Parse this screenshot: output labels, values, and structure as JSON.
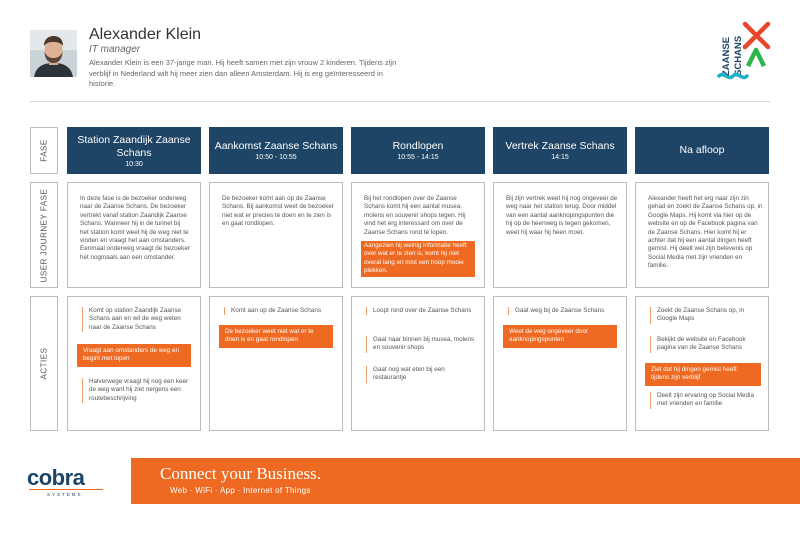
{
  "person": {
    "name": "Alexander Klein",
    "role": "IT manager",
    "bio": "Alexander Klein is een 37-jarige man. Hij heeft samen met zijn vrouw 2 kinderen. Tijdens zijn verblijf in Nederland wilt hij meer zien dan alleen Amsterdam. Hij is erg geïnteresseerd in historie."
  },
  "logo": {
    "line1": "ZAANSE",
    "line2": "SCHANS"
  },
  "row_labels": {
    "fase": "FASE",
    "journey": "USER JOURNEY FASE",
    "acties": "ACTIES"
  },
  "phases": [
    {
      "title": "Station Zaandijk Zaanse Schans",
      "time": "10:30"
    },
    {
      "title": "Aankomst Zaanse Schans",
      "time": "10:50 - 10:55"
    },
    {
      "title": "Rondlopen",
      "time": "10:55 - 14:15"
    },
    {
      "title": "Vertrek Zaanse Schans",
      "time": "14:15"
    },
    {
      "title": "Na afloop",
      "time": ""
    }
  ],
  "journey": [
    {
      "text": "In deze fase is de bezoeker onderweg naar de Zaanse Schans. De bezoeker vertrekt vanaf station Zaandijk Zaanse Schans. Wanneer hij in de tunnel bij het station komt weet hij de weg niet te vinden en vraagt het aan omstanders. Eenmaal onderweg vraagt de bezoeker het nogmaals aan een omstander.",
      "highlight": ""
    },
    {
      "text": "De bezoeker komt aan op de Zaanse Schans. Bij aankomst weet de bezoeker niet wat er precies te doen en te zien is en gaat rondlopen.",
      "highlight": ""
    },
    {
      "text": "Bij het rondlopen over de Zaanse Schans komt hij een aantal musea, molens en souvenir shops tegen. Hij vind het erg interessant om over de Zaanse Schans rond te lopen.",
      "highlight": "Aangezien hij weinig informatie heeft over wat er te zien is, komt hij niet overal lang en mist een hoop mooie plekken."
    },
    {
      "text": "Bij zijn vertrek weet hij nog ongeveer de weg naar het station terug. Door middel van een aantal aanknopingspunten die hij op de heenweg is tegen gekomen, weet hij waar hij heen moet.",
      "highlight": ""
    },
    {
      "text": "Alexander heeft het erg naar zijn zin gehad en zoekt de Zaanse Schans op, in Google Maps. Hij komt via hier op de website en op de Facebook pagina van de Zaanse Schans. Hier komt hij er achter dat hij een aantal dingen heeft gemist. Hij deelt wel zijn belevenis op Social Media met zijn vrienden en familie.",
      "highlight": ""
    }
  ],
  "actions": [
    [
      {
        "text": "Komt op station Zaandijk Zaanse Schans aan en wil de weg weten naar de Zaanse Schans",
        "highlight": false
      },
      {
        "text": "Vraagt aan omstanders de weg en begint met lopen",
        "highlight": true
      },
      {
        "text": "Halverwege vraagt hij nog een keer de weg want hij ziet nergens een routebeschrijving",
        "highlight": false
      }
    ],
    [
      {
        "text": "Komt aan op de Zaanse Schans",
        "highlight": false
      },
      {
        "text": "De bezoeker weet niet wat er te doen is en gaat rondlopen",
        "highlight": true
      }
    ],
    [
      {
        "text": "Loopt rond over de Zaanse Schans",
        "highlight": false
      },
      {
        "text": "Gaat naar binnen bij musea, molens en souvenir shops",
        "highlight": false
      },
      {
        "text": "Gaat nog wat eten bij een restaurantje",
        "highlight": false
      }
    ],
    [
      {
        "text": "Gaat weg bij de Zaanse Schans",
        "highlight": false
      },
      {
        "text": "Weet de weg ongeveer door aanknopingspunten",
        "highlight": true
      }
    ],
    [
      {
        "text": "Zoekt de Zaanse Schans op, in Google Maps",
        "highlight": false
      },
      {
        "text": "Bekijkt de website en Facebook pagina van de Zaanse Schans",
        "highlight": false
      },
      {
        "text": "Ziet dat hij dingen gemist heeft tijdens zijn verblijf",
        "highlight": true
      },
      {
        "text": "Deelt zijn ervaring op Social Media met vrienden en familie",
        "highlight": false
      }
    ]
  ],
  "footer": {
    "brand": "cobra",
    "brand_sub": "SYSTEMS",
    "slogan": "Connect your Business.",
    "services": "Web · WiFi · App · Internet of Things"
  },
  "colors": {
    "navy": "#1e4566",
    "orange": "#ee6a22",
    "border": "#bdbdbd"
  }
}
